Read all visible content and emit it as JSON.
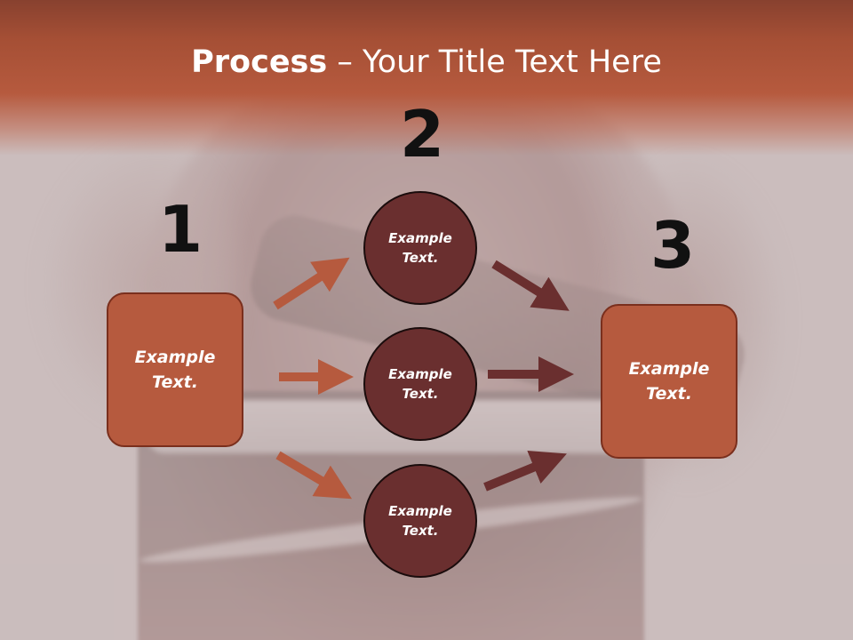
{
  "slide": {
    "title_bold": "Process",
    "title_rest": " – Your Title Text Here"
  },
  "steps": {
    "one": {
      "number": "1",
      "text_line1": "Example",
      "text_line2": "Text."
    },
    "two": {
      "number": "2"
    },
    "three": {
      "number": "3",
      "text_line1": "Example",
      "text_line2": "Text."
    }
  },
  "circles": [
    {
      "text_line1": "Example",
      "text_line2": "Text."
    },
    {
      "text_line1": "Example",
      "text_line2": "Text."
    },
    {
      "text_line1": "Example",
      "text_line2": "Text."
    }
  ],
  "colors": {
    "title_band": "#b65a3e",
    "box_fill": "#b65a3e",
    "circle_fill": "#6a2f2f",
    "arrow_left": "#b65a3e",
    "arrow_right": "#6a2f2f",
    "number_color": "#111111"
  }
}
